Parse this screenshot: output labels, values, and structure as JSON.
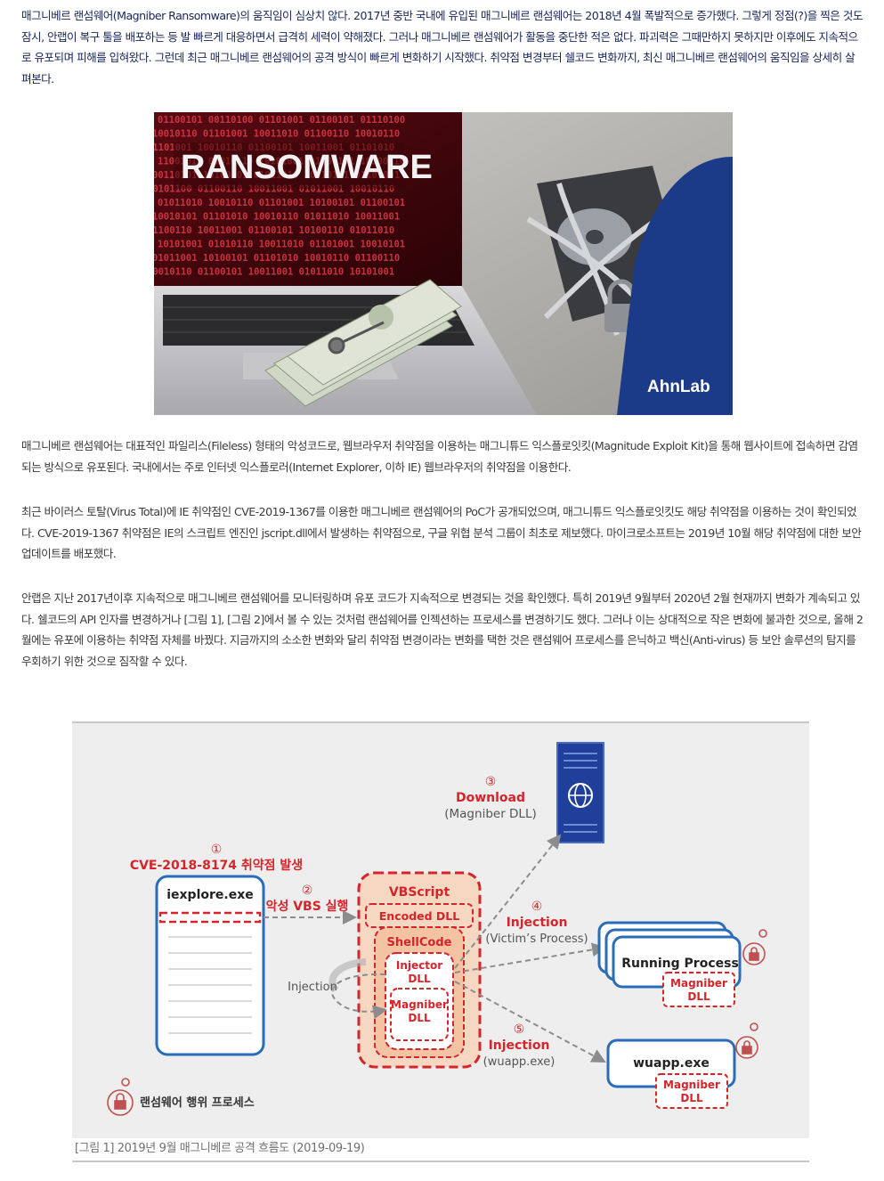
{
  "article": {
    "intro": "매그니베르 랜섬웨어(Magniber Ransomware)의 움직임이 심상치 않다. 2017년 중반 국내에 유입된 매그니베르 랜섬웨어는 2018년 4월 폭발적으로 증가했다. 그렇게 정점(?)을 찍은 것도 잠시, 안랩이 복구 툴을 배포하는 등 발 빠르게 대응하면서 급격히 세력이 약해졌다. 그러나 매그니베르 랜섬웨어가 활동을 중단한 적은 없다. 파괴력은 그때만하지 못하지만 이후에도 지속적으로 유포되며 피해를 입혀왔다. 그런데 최근 매그니베르 랜섬웨어의 공격 방식이 빠르게 변화하기 시작했다. 취약점 변경부터 쉘코드 변화까지, 최신 매그니베르 랜섬웨어의 움직임을 상세히 살펴본다.",
    "paragraphs": [
      "매그니베르 랜섬웨어는 대표적인 파일리스(Fileless) 형태의 악성코드로, 웹브라우저 취약점을 이용하는 매그니튜드 익스플로잇킷(Magnitude Exploit Kit)을 통해 웹사이트에 접속하면 감염되는 방식으로 유포된다. 국내에서는 주로 인터넷 익스플로러(Internet Explorer, 이하 IE) 웹브라우저의 취약점을 이용한다.",
      "최근 바이러스 토탈(Virus Total)에 IE 취약점인 CVE-2019-1367를 이용한 매그니베르 랜섬웨어의 PoC가 공개되었으며, 매그니튜드 익스플로잇킷도 해당 취약점을 이용하는 것이 확인되었다. CVE-2019-1367 취약점은 IE의 스크립트 엔진인 jscript.dll에서 발생하는 취약점으로, 구글 위협 분석 그룹이 최초로 제보했다. 마이크로소프트는 2019년 10월 해당 취약점에 대한 보안 업데이트를 배포했다.",
      "안랩은 지난 2017년이후 지속적으로 매그니베르 랜섬웨어를 모니터링하며 유포 코드가 지속적으로 변경되는 것을 확인했다. 특히 2019년 9월부터 2020년 2월 현재까지 변화가 계속되고 있다. 쉘코드의 API 인자를 변경하거나 [그림 1], [그림 2]에서 볼 수 있는 것처럼 랜섬웨어를 인젝션하는 프로세스를 변경하기도 했다. 그러나 이는 상대적으로 작은 변화에 불과한 것으로, 올해 2월에는 유포에 이용하는 취약점 자체를 바꿨다. 지금까지의 소소한 변화와 달리 취약점 변경이라는 변화를 택한 것은 랜섬웨어 프로세스를 은닉하고 백신(Anti-virus) 등 보안 솔루션의 탐지를 우회하기 위한 것으로 짐작할 수 있다."
    ]
  },
  "hero": {
    "screen_text": "RANSOMWARE",
    "brand": "AhnLab",
    "binary_rows": [
      "01100101 00110100 01101001 01100101 01110100",
      "10010110 01101001 10011010 01100110 10010110",
      "01101001 10010110 01100101 10011001 01101010",
      "11001010 01010110 10101001 01100101 10100110",
      "00110101 10100101 01011010 10010101 01101001",
      "10101100 01100110 10011001 01011001 10010110",
      "01011010 10010110 01101001 10100101 01100101",
      "10010101 01101010 10010110 01011010 10011001",
      "01100110 10011001 01100101 10100110 01011010",
      "10101001 01010110 10011010 01101001 10010101",
      "01011001 10100101 01101010 10010110 01100110",
      "10010110 01100101 10011001 01011010 10101001"
    ],
    "colors": {
      "screen_red": "#c0182c",
      "brand_blue": "#1b3a88",
      "bg": "#b7b5b1"
    }
  },
  "figure": {
    "caption": "[그림 1] 2019년 9월 매그니베르 공격 흐름도 (2019-09-19)",
    "steps": {
      "s1_num": "①",
      "s1_label": "CVE-2018-8174 취약점 발생",
      "s2_num": "②",
      "s2_label": "악성 VBS 실행",
      "s3_num": "③",
      "s3_label": "Download",
      "s3_sub": "(Magniber DLL)",
      "s4_num": "④",
      "s4_label": "Injection",
      "s4_sub": "(Victim’s Process)",
      "s5_num": "⑤",
      "s5_label": "Injection",
      "s5_sub": "(wuapp.exe)"
    },
    "nodes": {
      "iexplore": "iexplore.exe",
      "vbscript": "VBScript",
      "encoded_dll": "Encoded DLL",
      "shellcode": "ShellCode",
      "injector": [
        "Injector",
        "DLL"
      ],
      "magniber": [
        "Magniber",
        "DLL"
      ],
      "injection_loop": "Injection",
      "running_process": "Running Process",
      "wuapp": "wuapp.exe"
    },
    "legend": "랜섬웨어 행위 프로세스",
    "colors": {
      "red": "#d4252b",
      "blue": "#2b6cb8",
      "navy": "#1f3f9a",
      "orange_fill": "#f6d7c2",
      "gray": "#8c8c8c"
    }
  }
}
